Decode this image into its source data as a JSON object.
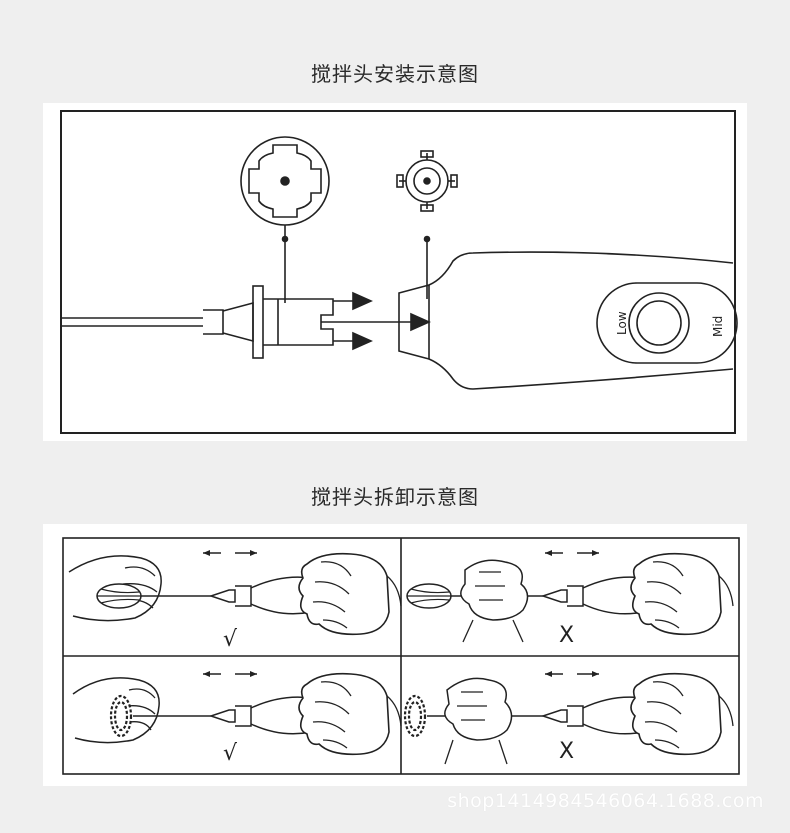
{
  "section_install": {
    "title": "搅拌头安装示意图"
  },
  "section_remove": {
    "title": "搅拌头拆卸示意图"
  },
  "device": {
    "button_low": "Low",
    "button_mid": "Mid"
  },
  "panels": {
    "top_left_mark": "√",
    "top_right_mark": "X",
    "bottom_left_mark": "√",
    "bottom_right_mark": "X"
  },
  "watermark": "shop1414984546064.1688.com"
}
